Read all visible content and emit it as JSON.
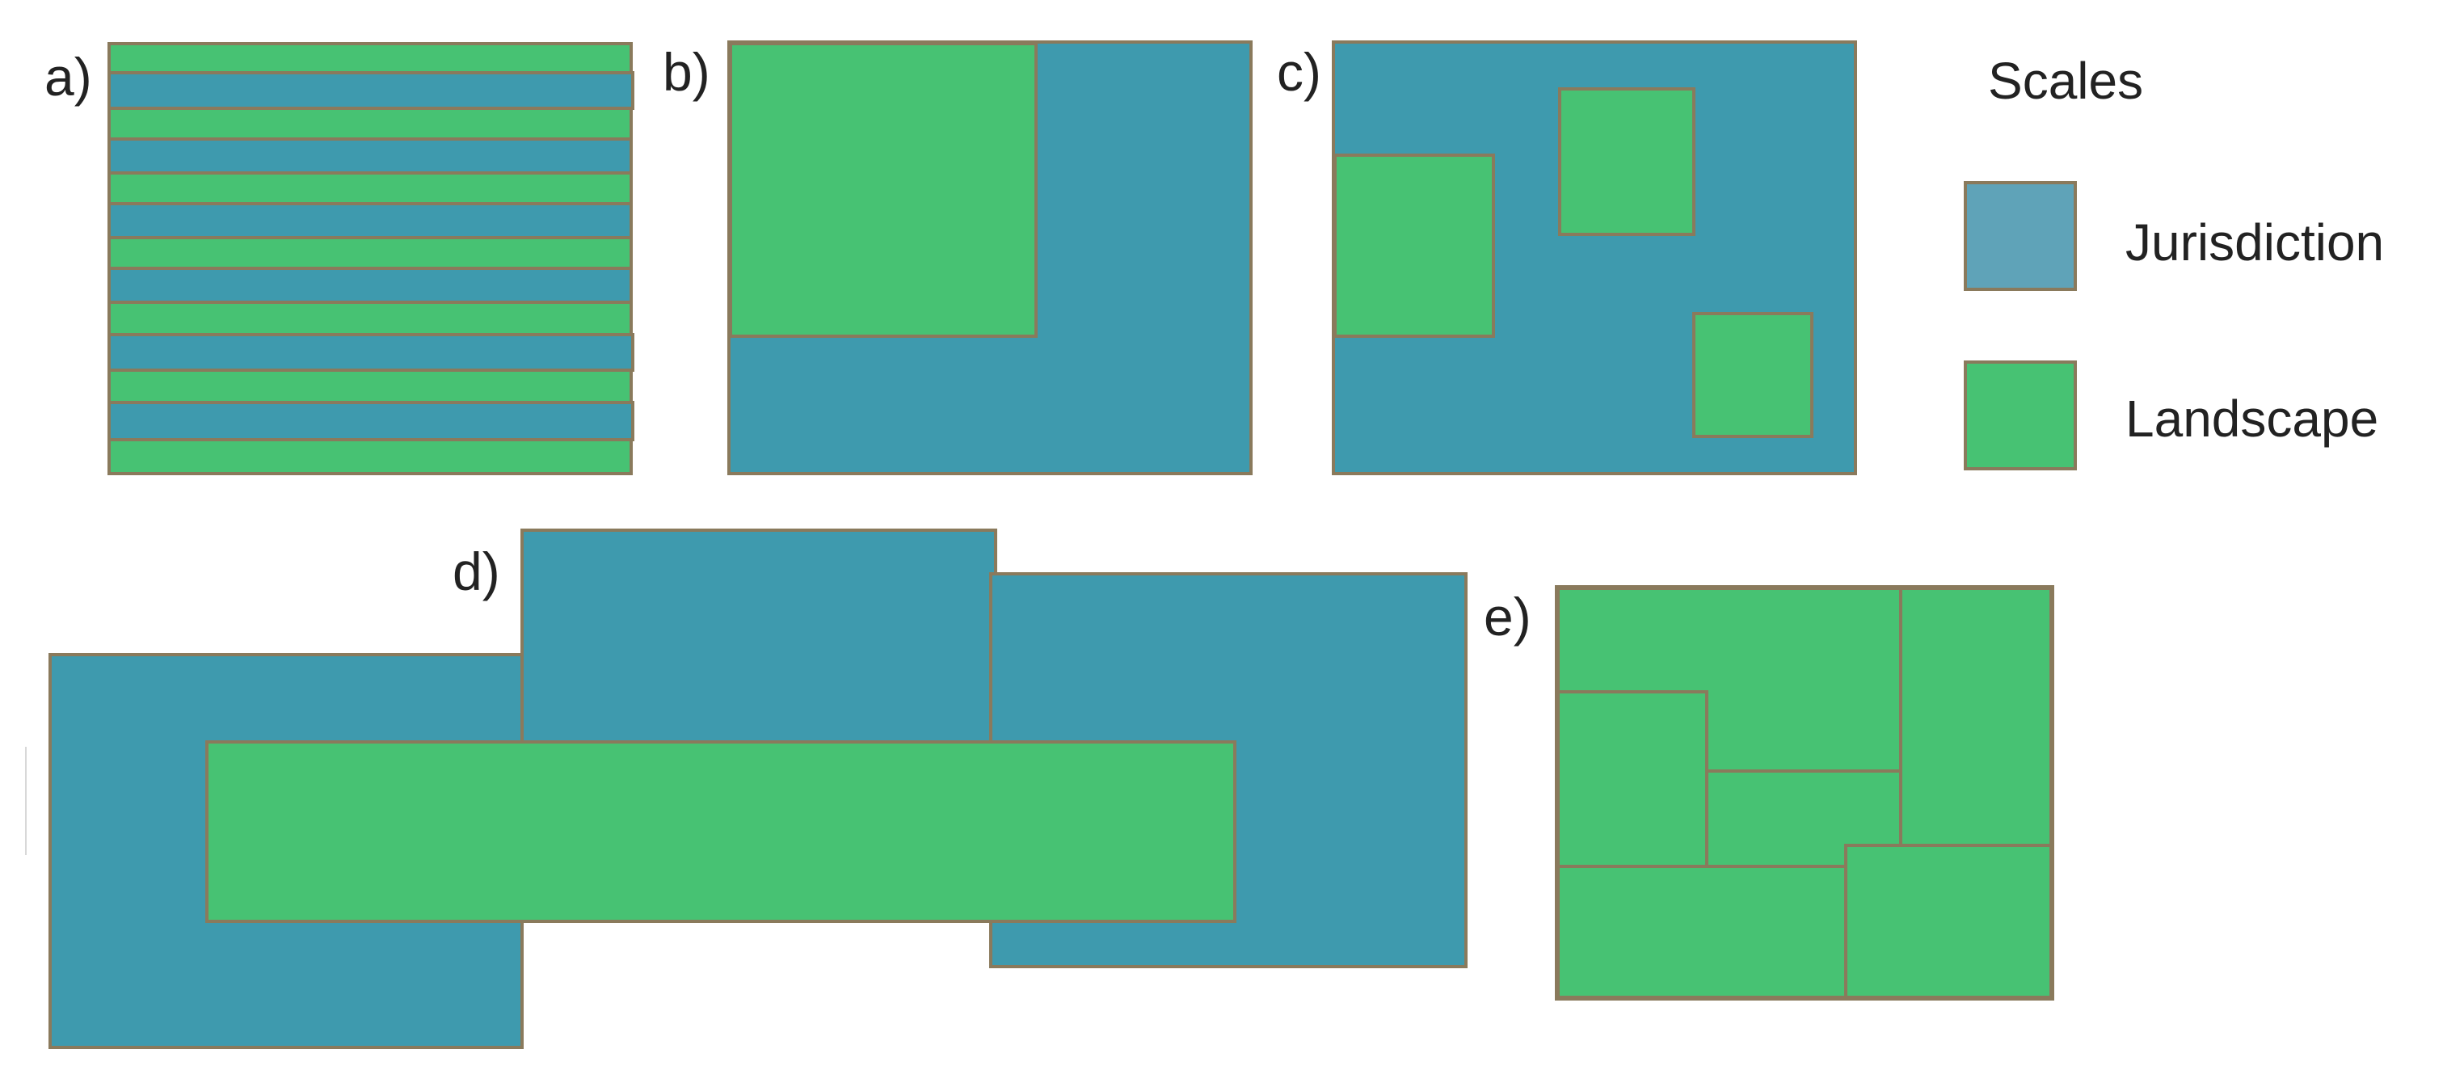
{
  "colors": {
    "jurisdiction": "#3e9aae",
    "jurisdiction_legend": "#5fa3b8",
    "landscape": "#47c273",
    "outline": "#8a7a5c"
  },
  "panels": {
    "a": {
      "label": "a)"
    },
    "b": {
      "label": "b)"
    },
    "c": {
      "label": "c)"
    },
    "d": {
      "label": "d)"
    },
    "e": {
      "label": "e)"
    }
  },
  "legend": {
    "title": "Scales",
    "items": [
      {
        "label": "Jurisdiction",
        "kind": "jurisdiction"
      },
      {
        "label": "Landscape",
        "kind": "landscape"
      }
    ]
  }
}
